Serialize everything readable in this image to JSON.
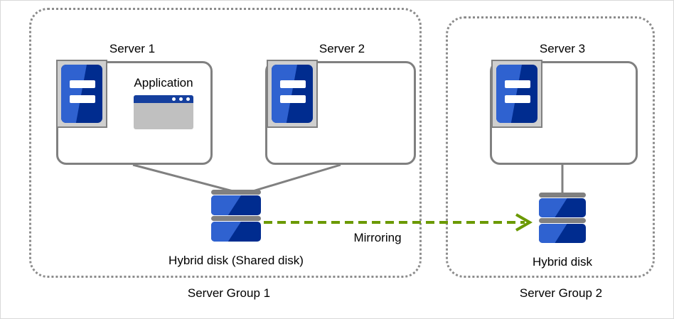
{
  "diagram": {
    "title_text": "",
    "colors": {
      "group_border": "#8c8c8c",
      "box_border": "#808080",
      "server_blue_dark": "#002c8f",
      "server_blue_light": "#2f62d0",
      "icon_frame": "#cfcfcf",
      "window_titlebar": "#153f9e",
      "window_body": "#c0c0c0",
      "mirroring_arrow": "#6b9900",
      "connector_line": "#808080",
      "text": "#000000"
    },
    "groups": [
      {
        "id": "group1",
        "label": "Server Group 1"
      },
      {
        "id": "group2",
        "label": "Server Group 2"
      }
    ],
    "servers": [
      {
        "id": "server1",
        "label": "Server 1"
      },
      {
        "id": "server2",
        "label": "Server 2"
      },
      {
        "id": "server3",
        "label": "Server 3"
      }
    ],
    "application": {
      "label": "Application"
    },
    "disks": [
      {
        "id": "disk-shared",
        "label": "Hybrid disk (Shared disk)"
      },
      {
        "id": "disk-mirror",
        "label": "Hybrid disk"
      }
    ],
    "mirroring": {
      "label": "Mirroring",
      "direction": "left-to-right"
    }
  }
}
